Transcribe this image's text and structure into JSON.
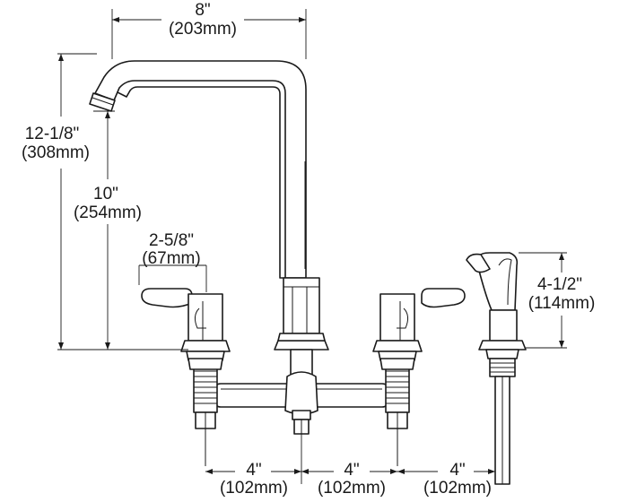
{
  "drawing": {
    "dimensions": {
      "spout_reach": {
        "imperial": "8\"",
        "metric": "(203mm)"
      },
      "overall_height": {
        "imperial": "12-1/8\"",
        "metric": "(308mm)"
      },
      "spout_height": {
        "imperial": "10\"",
        "metric": "(254mm)"
      },
      "handle_height": {
        "imperial": "2-5/8\"",
        "metric": "(67mm)"
      },
      "sprayer_height": {
        "imperial": "4-1/2\"",
        "metric": "(114mm)"
      },
      "spacing_left": {
        "imperial": "4\"",
        "metric": "(102mm)"
      },
      "spacing_right": {
        "imperial": "4\"",
        "metric": "(102mm)"
      },
      "spacing_sprayer": {
        "imperial": "4\"",
        "metric": "(102mm)"
      }
    },
    "colors": {
      "line": "#1a1a1a",
      "background": "#ffffff"
    }
  }
}
